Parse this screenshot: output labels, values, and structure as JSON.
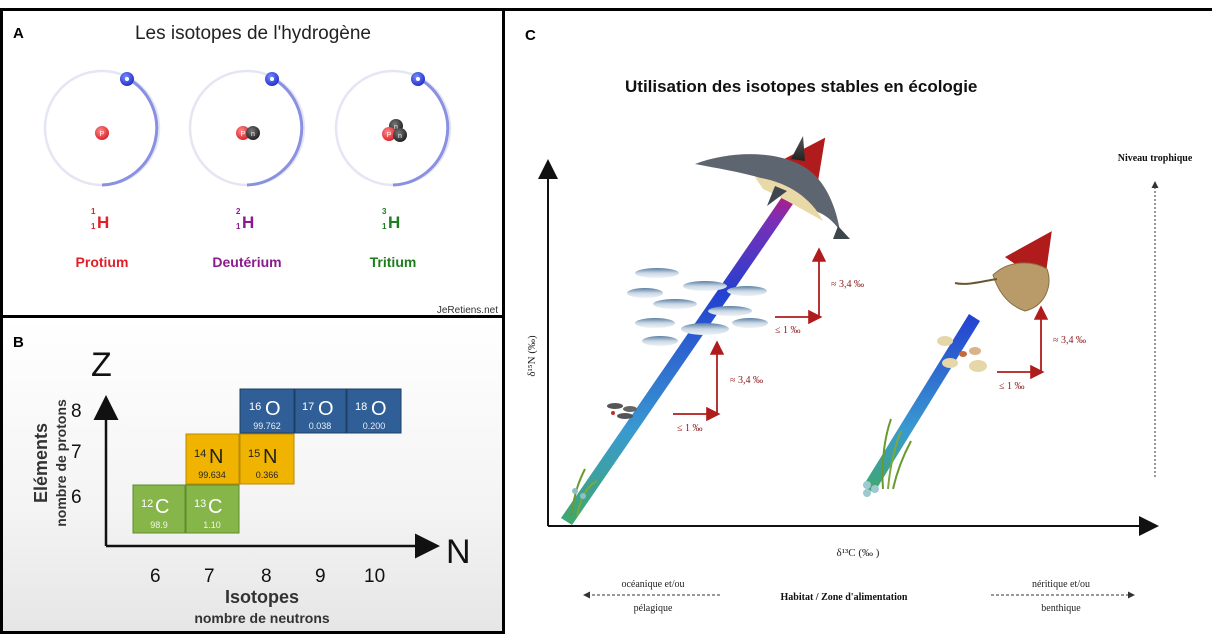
{
  "panel_a": {
    "letter": "A",
    "title": "Les isotopes de l'hydrogène",
    "isotopes": [
      {
        "mass": "1",
        "number": "1",
        "symbol": "H",
        "name": "Protium",
        "color": "#e0202a"
      },
      {
        "mass": "2",
        "number": "1",
        "symbol": "H",
        "name": "Deutérium",
        "color": "#8a1a8e"
      },
      {
        "mass": "3",
        "number": "1",
        "symbol": "H",
        "name": "Tritium",
        "color": "#1d7d1d"
      }
    ],
    "proton_label": "P",
    "neutron_label": "n",
    "credit": "JeRetiens.net"
  },
  "panel_b": {
    "letter": "B",
    "z_label": "Z",
    "n_label": "N",
    "y_title": "Eléments",
    "y_subtitle": "nombre de protons",
    "x_title": "Isotopes",
    "x_subtitle": "nombre  de neutrons",
    "y_ticks": [
      "8",
      "7",
      "6"
    ],
    "x_ticks": [
      "6",
      "7",
      "8",
      "9",
      "10"
    ],
    "cells": [
      {
        "mass": "16",
        "symbol": "O",
        "abundance": "99.762",
        "color": "#2f5f96"
      },
      {
        "mass": "17",
        "symbol": "O",
        "abundance": "0.038",
        "color": "#2f5f96"
      },
      {
        "mass": "18",
        "symbol": "O",
        "abundance": "0.200",
        "color": "#2f5f96"
      },
      {
        "mass": "14",
        "symbol": "N",
        "abundance": "99.634",
        "color": "#f0b400"
      },
      {
        "mass": "15",
        "symbol": "N",
        "abundance": "0.366",
        "color": "#f0b400"
      },
      {
        "mass": "12",
        "symbol": "C",
        "abundance": "98.9",
        "color": "#86b54a"
      },
      {
        "mass": "13",
        "symbol": "C",
        "abundance": "1.10",
        "color": "#86b54a"
      }
    ]
  },
  "panel_c": {
    "letter": "C",
    "title": "Utilisation des isotopes stables en écologie",
    "y_axis_label": "δ¹⁵N (‰)",
    "x_axis_label": "δ¹³C (‰ )",
    "trophic_label": "Niveau trophique",
    "step_up": "≈ 3,4 ‰",
    "step_side": "≤ 1 ‰",
    "habitat_label": "Habitat / Zone d'alimentation",
    "left_habitat_top": "océanique et/ou",
    "left_habitat_bottom": "pélagique",
    "right_habitat_top": "néritique et/ou",
    "right_habitat_bottom": "benthique",
    "arrow_color": "#b01c1c"
  }
}
